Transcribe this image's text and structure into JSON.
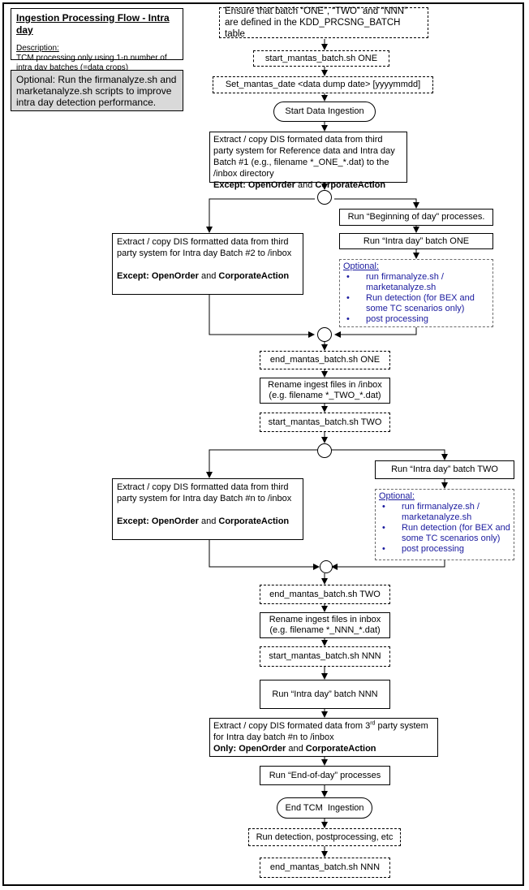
{
  "header": {
    "title": "Ingestion Processing Flow - Intra day",
    "description_label": "Description:",
    "description_text": "TCM processing only using 1-n number of intra day batches (=data crops)"
  },
  "note": {
    "text": "Optional: Run the firmanalyze.sh and marketanalyze.sh scripts to improve intra day detection performance."
  },
  "steps": {
    "ensure_batches": "Ensure that batch “ONE”, “TWO” and “NNN” are defined in the KDD_PRCSNG_BATCH table",
    "start_one": "start_mantas_batch.sh ONE",
    "set_date": "Set_mantas_date <data dump date> [yyyymmdd]",
    "start_ingestion": "Start Data Ingestion",
    "extract_ref_text": "Extract / copy DIS formated data from third party system for Reference data and Intra day Batch #1 (e.g., filename *_ONE_*.dat) to the /inbox directory",
    "extract_ref_except_label": "Except:",
    "extract_ref_except_open": "OpenOrder",
    "extract_ref_except_and": "and",
    "extract_ref_except_corp": "CorporateAction",
    "beginning_of_day": "Run “Beginning of day” processes.",
    "intra_one": "Run “Intra day” batch ONE",
    "extract_batch2_text": "Extract / copy DIS formatted data from third party system for Intra day Batch #2 to /inbox",
    "extract_batch2_except_label": "Except:",
    "extract_batch2_except_open": "OpenOrder",
    "extract_batch2_except_and": "and",
    "extract_batch2_except_corp": "CorporateAction",
    "end_one": "end_mantas_batch.sh ONE",
    "rename_two": "Rename ingest files in /inbox (e.g. filename *_TWO_*.dat)",
    "start_two": "start_mantas_batch.sh TWO",
    "intra_two": "Run “Intra day” batch TWO",
    "extract_batchn_text": "Extract / copy DIS formatted data from third party system for Intra day Batch #n to /inbox",
    "extract_batchn_except_label": "Except:",
    "extract_batchn_except_open": "OpenOrder",
    "extract_batchn_except_and": "and",
    "extract_batchn_except_corp": "CorporateAction",
    "end_two": "end_mantas_batch.sh TWO",
    "rename_nnn": "Rename ingest files in inbox (e.g. filename *_NNN_*.dat)",
    "start_nnn": "start_mantas_batch.sh NNN",
    "intra_nnn": "Run “Intra day” batch NNN",
    "extract_final_prefix": "Extract / copy DIS formated data from 3",
    "extract_final_sup": "rd",
    "extract_final_suffix": " party system for Intra day batch #n to /inbox",
    "extract_final_only_label": "Only:",
    "extract_final_only_open": "OpenOrder",
    "extract_final_only_and": "and",
    "extract_final_only_corp": "CorporateAction",
    "end_of_day": "Run “End-of-day” processes",
    "end_ingestion": "End TCM  Ingestion",
    "run_detection": "Run detection, postprocessing, etc",
    "end_nnn": "end_mantas_batch.sh NNN"
  },
  "optional_one": {
    "title": "Optional:",
    "items": [
      "run firmanalyze.sh / marketanalyze.sh",
      "Run detection (for BEX and some TC scenarios only)",
      "post processing"
    ]
  },
  "optional_two": {
    "title": "Optional:",
    "items": [
      "run firmanalyze.sh / marketanalyze.sh",
      "Run detection (for BEX and some TC scenarios only)",
      "post processing"
    ]
  },
  "bullet": "•"
}
